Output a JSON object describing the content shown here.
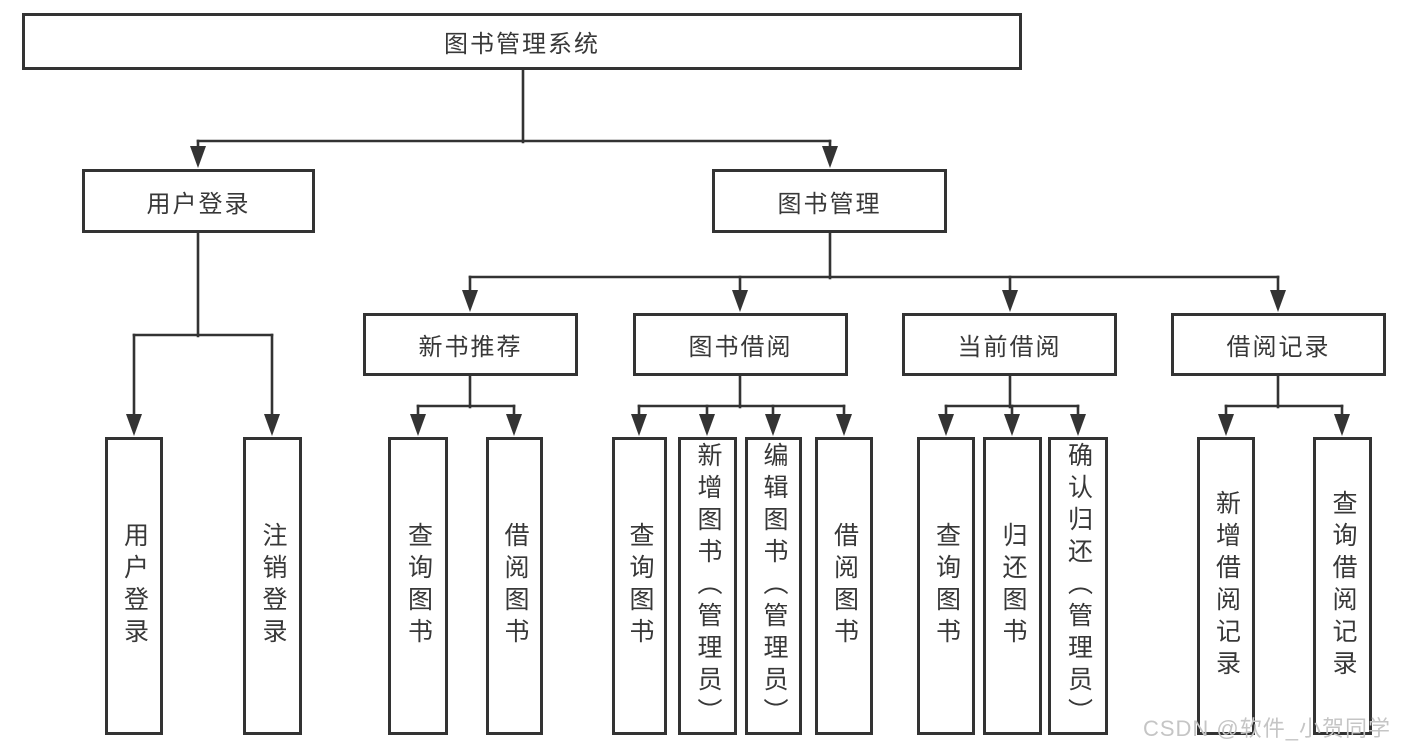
{
  "tree": {
    "label": "图书管理系统",
    "children": [
      {
        "label": "用户登录",
        "children": [
          {
            "label": "用户登录"
          },
          {
            "label": "注销登录"
          }
        ]
      },
      {
        "label": "图书管理",
        "children": [
          {
            "label": "新书推荐",
            "children": [
              {
                "label": "查询图书"
              },
              {
                "label": "借阅图书"
              }
            ]
          },
          {
            "label": "图书借阅",
            "children": [
              {
                "label": "查询图书"
              },
              {
                "label": "新增图书（管理员）"
              },
              {
                "label": "编辑图书（管理员）"
              },
              {
                "label": "借阅图书"
              }
            ]
          },
          {
            "label": "当前借阅",
            "children": [
              {
                "label": "查询图书"
              },
              {
                "label": "归还图书"
              },
              {
                "label": "确认归还（管理员）"
              }
            ]
          },
          {
            "label": "借阅记录",
            "children": [
              {
                "label": "新增借阅记录"
              },
              {
                "label": "查询借阅记录"
              }
            ]
          }
        ]
      }
    ]
  },
  "watermark": {
    "text": "CSDN @软件_小贺同学"
  },
  "colors": {
    "line": "#333333",
    "box_border": "#333333",
    "text": "#383838",
    "background": "#ffffff",
    "watermark": "#c5c5c5"
  }
}
